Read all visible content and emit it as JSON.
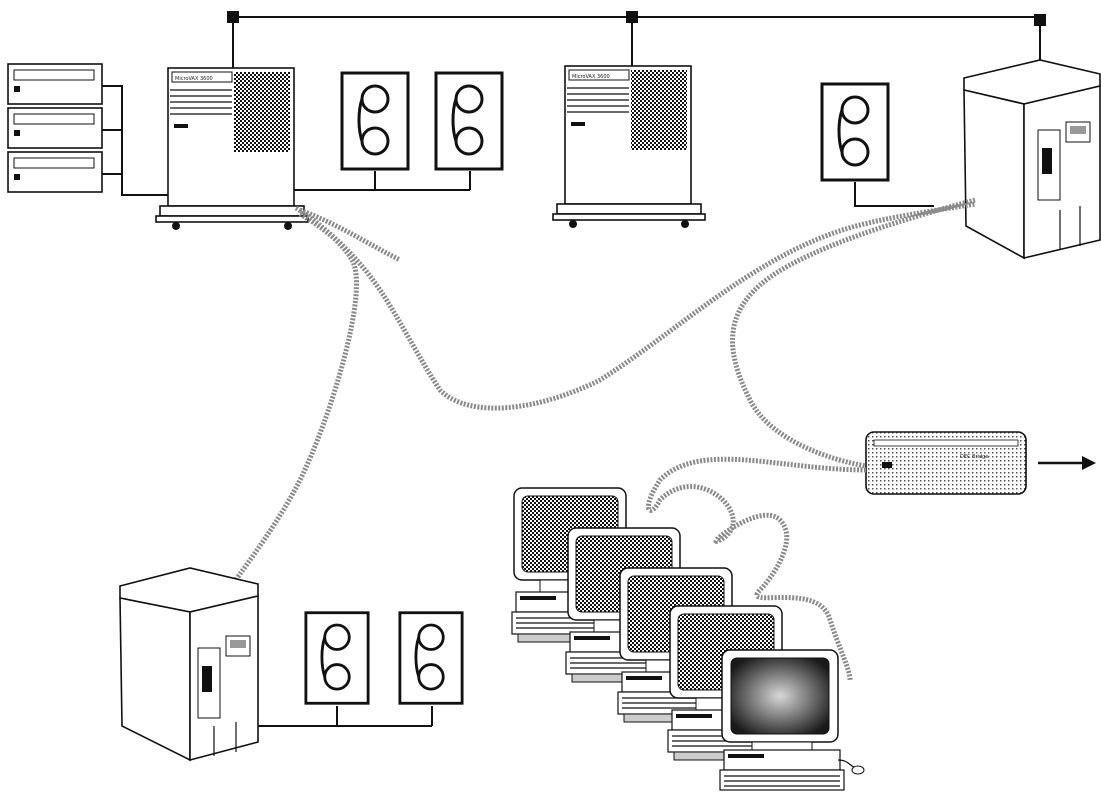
{
  "diagram": {
    "title": "",
    "labels": {
      "server_left": "MicroVAX 3600",
      "server_mid": "MicroVAX 3600",
      "bridge": "DEC Bridge"
    },
    "colors": {
      "line": "#111111",
      "cable": "#8a8a8a",
      "screen_dark": "#333333"
    }
  }
}
